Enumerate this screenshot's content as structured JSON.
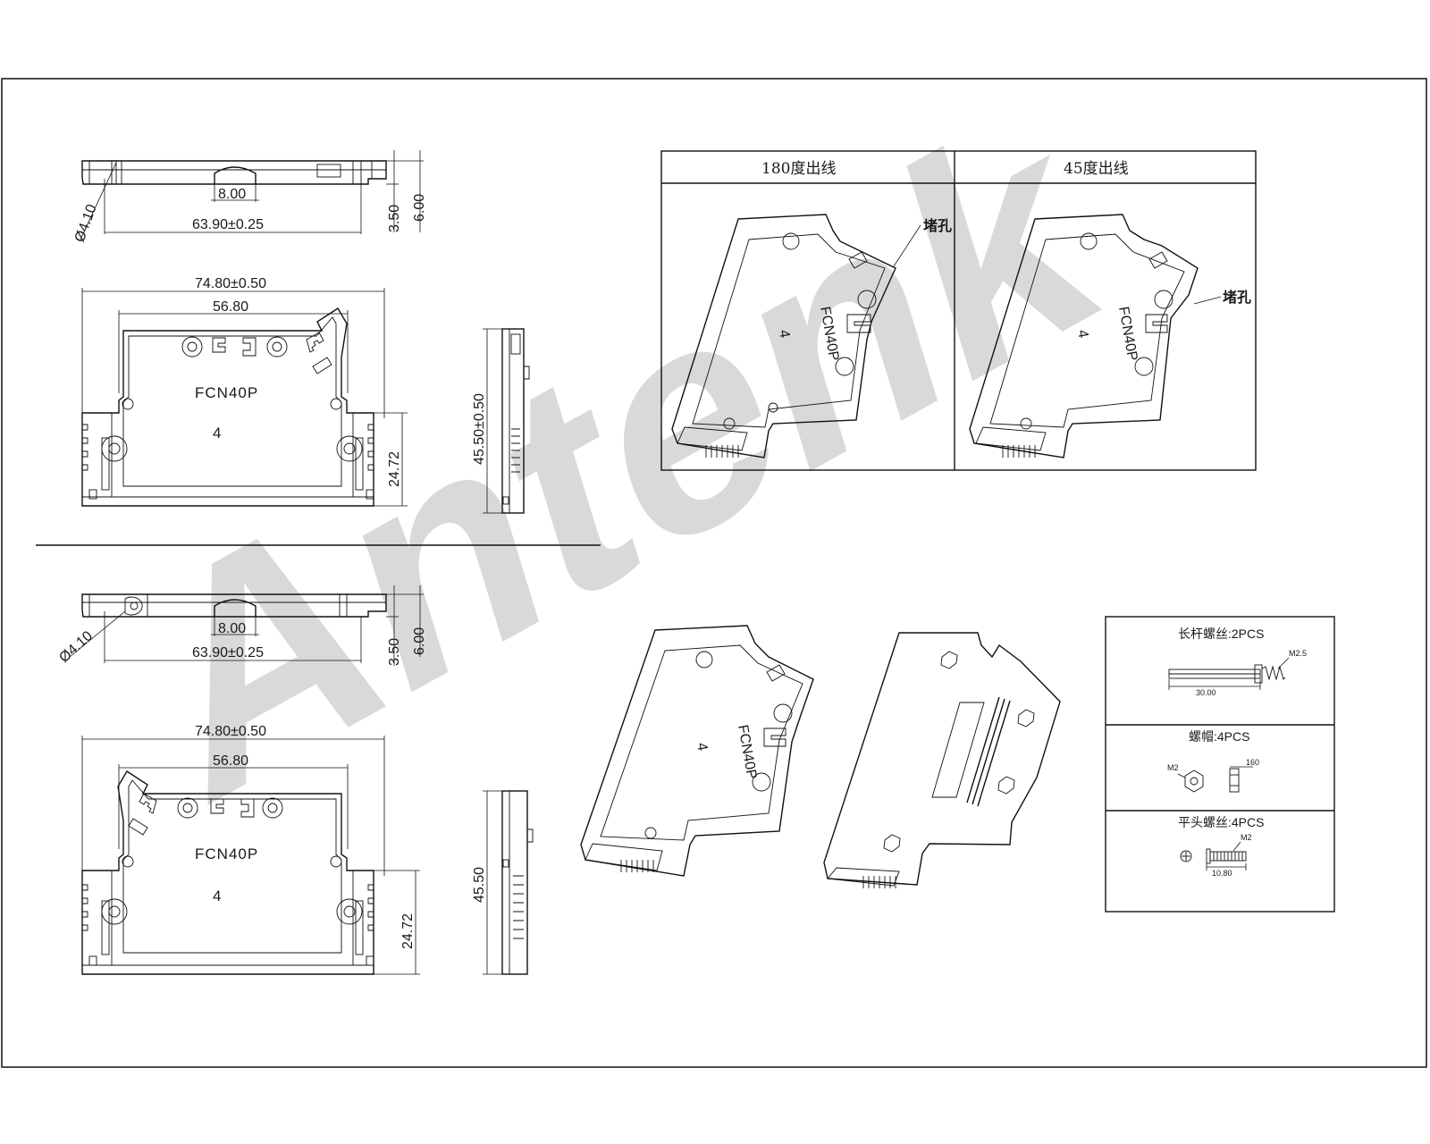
{
  "watermark": {
    "text": "Antenk",
    "color": "#d9d9d9"
  },
  "view_top": {
    "side": {
      "dia": "Ø4.10",
      "slot": "8.00",
      "length": "63.90±0.25",
      "height_a": "3.50",
      "height_b": "6.00"
    },
    "front": {
      "width_outer": "74.80±0.50",
      "width_inner": "56.80",
      "label_model": "FCN40P",
      "label_num": "4",
      "height_inner": "24.72"
    },
    "end": {
      "height": "45.50±0.50"
    }
  },
  "view_bottom": {
    "side": {
      "dia": "Ø4.10",
      "slot": "8.00",
      "length": "63.90±0.25",
      "height_a": "3.50",
      "height_b": "6.00"
    },
    "front": {
      "width_outer": "74.80±0.50",
      "width_inner": "56.80",
      "label_model": "FCN40P",
      "label_num": "4",
      "height_inner": "24.72"
    },
    "end": {
      "height": "45.50"
    }
  },
  "outlet_table": {
    "col1_header": "180度出线",
    "col2_header": "45度出线",
    "col1_callout": "堵孔",
    "col2_callout": "堵孔",
    "iso_model": "FCN40P",
    "iso_num": "4"
  },
  "iso_bottom": {
    "iso_model": "FCN40P",
    "iso_num": "4"
  },
  "parts": {
    "long_screw": {
      "title": "长杆螺丝:2PCS",
      "thread": "M2.5",
      "length": "30.00"
    },
    "nut": {
      "title": "螺帽:4PCS",
      "thread": "M2",
      "thickness": "160"
    },
    "flat_screw": {
      "title": "平头螺丝:4PCS",
      "thread": "M2",
      "length": "10.80"
    }
  }
}
